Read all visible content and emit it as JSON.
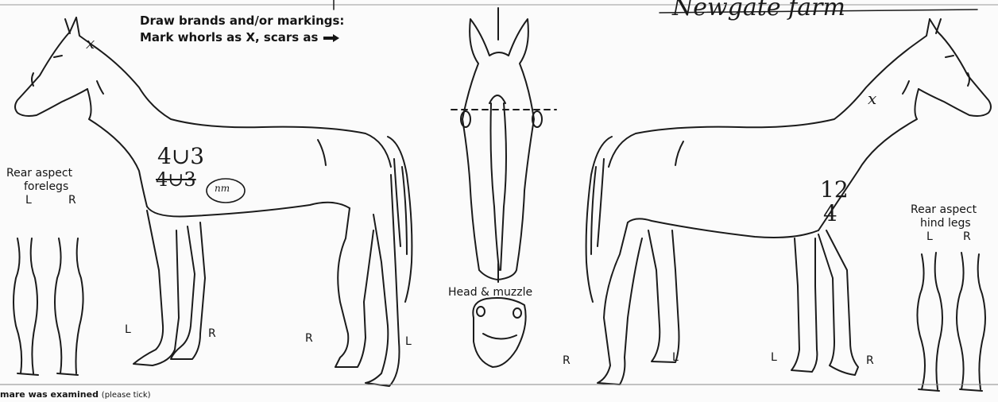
{
  "header": {
    "farm_name": "Newgate farm",
    "instruction_line1": "Draw brands and/or markings:",
    "instruction_line2": "Mark whorls as X, scars as"
  },
  "diagrams": {
    "left_horse": {
      "whorl_mark": "x",
      "brand_line1": "4∪3",
      "brand_line2": "4∪3",
      "brand_annotation": "nm",
      "leg_label_left": "L",
      "leg_label_right": "R",
      "hind_label_right": "R",
      "hind_label_left": "L"
    },
    "right_horse": {
      "whorl_mark": "x",
      "brand_line1": "12",
      "brand_line2": "4",
      "leg_label_right": "R",
      "leg_label_left": "L",
      "fore_label_left": "L",
      "fore_label_right": "R"
    },
    "forelegs_rear": {
      "title_line1": "Rear aspect",
      "title_line2": "forelegs",
      "left": "L",
      "right": "R"
    },
    "hindlegs_rear": {
      "title_line1": "Rear aspect",
      "title_line2": "hind legs",
      "left": "L",
      "right": "R"
    },
    "head": {
      "label": "Head & muzzle"
    }
  },
  "footer": {
    "text": "mare was examined",
    "sub": "(please tick)"
  }
}
